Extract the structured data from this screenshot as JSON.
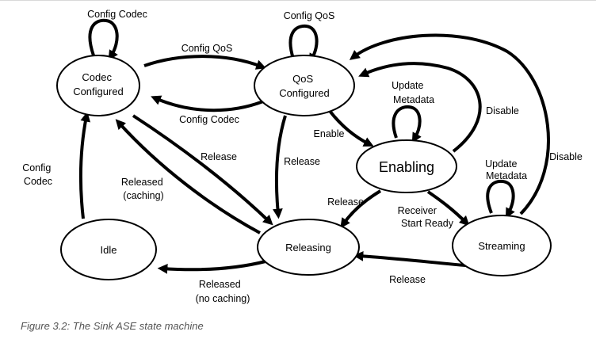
{
  "caption": "Figure 3.2: The Sink ASE state machine",
  "states": {
    "codec_configured": [
      "Codec",
      "Configured"
    ],
    "qos_configured": [
      "QoS",
      "Configured"
    ],
    "enabling": [
      "Enabling"
    ],
    "idle": [
      "Idle"
    ],
    "releasing": [
      "Releasing"
    ],
    "streaming": [
      "Streaming"
    ]
  },
  "transitions": {
    "config_codec_self": [
      "Config Codec"
    ],
    "config_qos_self": [
      "Config QoS"
    ],
    "codec_to_qos": [
      "Config QoS"
    ],
    "qos_to_codec": [
      "Config Codec"
    ],
    "idle_to_codec": [
      "Config",
      "Codec"
    ],
    "codec_to_releasing": [
      "Release"
    ],
    "releasing_to_codec": [
      "Released",
      "(caching)"
    ],
    "qos_to_releasing": [
      "Release"
    ],
    "qos_to_enabling": [
      "Enable"
    ],
    "enabling_self": [
      "Update",
      "Metadata"
    ],
    "enabling_to_qos": [
      "Disable"
    ],
    "streaming_to_qos": [
      "Disable"
    ],
    "enabling_to_releasing": [
      "Release"
    ],
    "enabling_to_streaming": [
      "Receiver",
      "Start Ready"
    ],
    "streaming_self": [
      "Update",
      "Metadata"
    ],
    "streaming_to_releasing": [
      "Release"
    ],
    "releasing_to_idle": [
      "Released",
      "(no caching)"
    ]
  }
}
